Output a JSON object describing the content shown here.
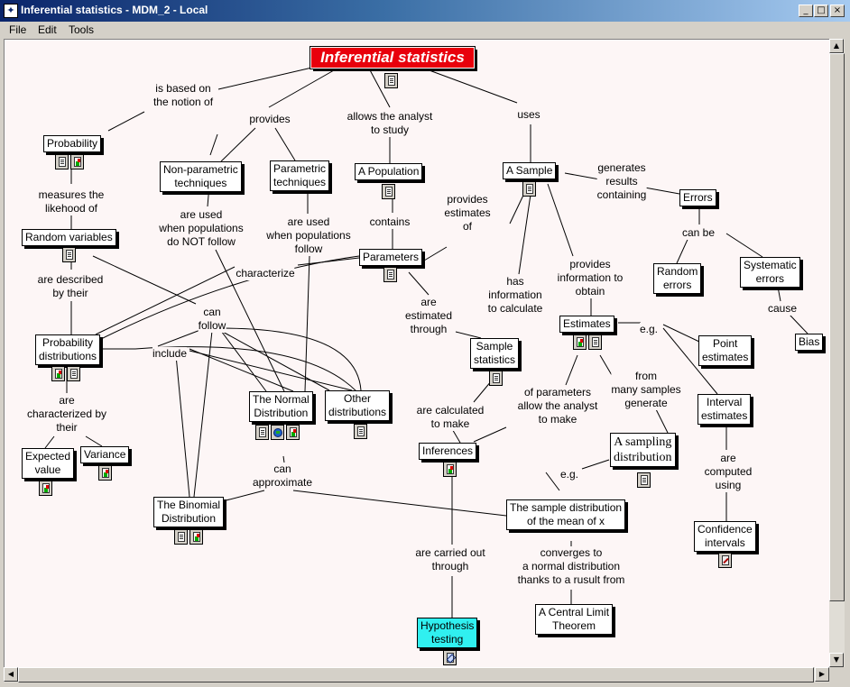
{
  "window": {
    "title": "Inferential statistics - MDM_2 - Local",
    "minimize": "_",
    "maximize": "□",
    "close": "×"
  },
  "menu": {
    "file": "File",
    "edit": "Edit",
    "tools": "Tools"
  },
  "map": {
    "concepts": {
      "inferential_statistics": "Inferential statistics",
      "probability": "Probability",
      "random_variables": "Random variables",
      "probability_distributions": "Probability\ndistributions",
      "expected_value": "Expected\nvalue",
      "variance": "Variance",
      "non_parametric": "Non-parametric\ntechniques",
      "parametric": "Parametric\ntechniques",
      "a_population": "A Population",
      "parameters": "Parameters",
      "a_sample": "A Sample",
      "errors": "Errors",
      "random_errors": "Random\nerrors",
      "systematic_errors": "Systematic\nerrors",
      "bias": "Bias",
      "sample_statistics": "Sample\nstatistics",
      "estimates": "Estimates",
      "point_estimates": "Point\nestimates",
      "interval_estimates": "Interval\nestimates",
      "confidence_intervals": "Confidence\nintervals",
      "normal_distribution": "The Normal\nDistribution",
      "other_distributions": "Other\ndistributions",
      "binomial_distribution": "The Binomial\nDistribution",
      "inferences": "Inferences",
      "sampling_distribution": "A sampling\ndistribution",
      "sample_distribution_mean": "The sample distribution\nof the mean of x",
      "central_limit": "A Central Limit\nTheorem",
      "hypothesis_testing": "Hypothesis\ntesting"
    },
    "links": {
      "is_based_on": "is based on\nthe notion of",
      "provides": "provides",
      "allows": "allows the analyst\nto study",
      "uses": "uses",
      "measures": "measures the\nlikehood of",
      "described_by": "are described\nby their",
      "characterized_by": "are\ncharacterized by\ntheir",
      "used_not_follow": "are used\nwhen populations\ndo NOT follow",
      "used_follow": "are used\nwhen populations\nfollow",
      "contains": "contains",
      "characterize": "characterize",
      "provides_estimates": "provides\nestimates\nof",
      "generates_results": "generates\nresults\ncontaining",
      "can_be": "can be",
      "cause": "cause",
      "has_information": "has\ninformation\nto calculate",
      "provides_information": "provides\ninformation to\nobtain",
      "eg1": "e.g.",
      "eg2": "e.g.",
      "can_follow": "can\nfollow",
      "include": "include",
      "estimated_through": "are\nestimated\nthrough",
      "of_parameters": "of parameters\nallow the analyst\nto make",
      "from_many_samples": "from\nmany samples\ngenerate",
      "computed_using": "are\ncomputed\nusing",
      "calculated_to_make": "are calculated\nto make",
      "can_approximate": "can\napproximate",
      "carried_out": "are carried out\nthrough",
      "converges": "converges to\na normal distribution\nthanks to a rusult from"
    },
    "resource_icons": [
      "doc-icon",
      "image-icon",
      "web-icon",
      "cmap-icon",
      "tool-icon"
    ]
  }
}
